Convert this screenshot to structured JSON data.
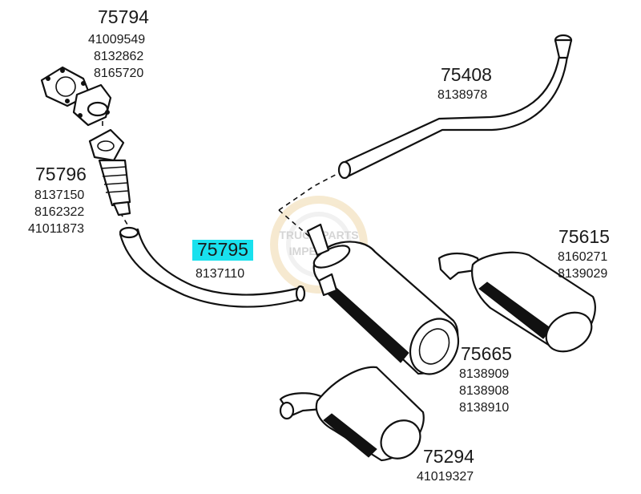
{
  "parts": [
    {
      "id": "p75794",
      "number": "75794",
      "refs": [
        "41009549",
        "8132862",
        "8165720"
      ]
    },
    {
      "id": "p75796",
      "number": "75796",
      "refs": [
        "8137150",
        "8162322",
        "41011873"
      ]
    },
    {
      "id": "p75795",
      "number": "75795",
      "refs": [
        "8137110"
      ],
      "highlighted": true
    },
    {
      "id": "p75408",
      "number": "75408",
      "refs": [
        "8138978"
      ]
    },
    {
      "id": "p75615",
      "number": "75615",
      "refs": [
        "8160271",
        "8139029"
      ]
    },
    {
      "id": "p75665",
      "number": "75665",
      "refs": [
        "8138909",
        "8138908",
        "8138910"
      ]
    },
    {
      "id": "p75294",
      "number": "75294",
      "refs": [
        "41019327"
      ]
    }
  ],
  "watermark": {
    "line1": "TRUCK PARTS",
    "line2": "IMPEX KFT"
  },
  "colors": {
    "highlight": "#19e1ee",
    "watermark": "#e6c27a",
    "line": "#111111"
  }
}
